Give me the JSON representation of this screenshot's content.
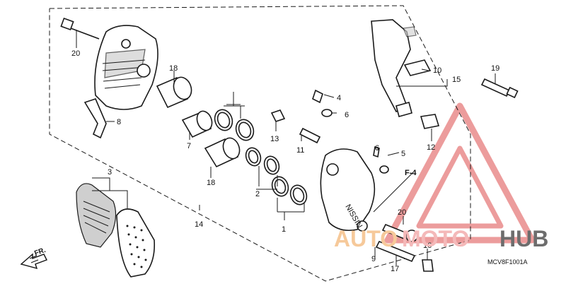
{
  "diagram": {
    "callouts": {
      "c1": "1",
      "c2": "2",
      "c3": "3",
      "c4": "4",
      "c5": "5",
      "c6a": "6",
      "c6b": "6",
      "c7": "7",
      "c8": "8",
      "c9": "9",
      "c10": "10",
      "c11": "11",
      "c12": "12",
      "c13": "13",
      "c14": "14",
      "c15": "15",
      "c16": "16",
      "c17": "17",
      "c18a": "18",
      "c18b": "18",
      "c19": "19",
      "c20a": "20",
      "c20b": "20"
    },
    "ref_label": "F-4",
    "direction_label": "FR.",
    "diagram_code": "MCV8F1001A",
    "caliper_marking": "NISSIN"
  },
  "watermark": {
    "text_auto": "AUTO",
    "text_moto": "MOTO",
    "text_hub": "HUB",
    "colors": {
      "auto": "#f6c99a",
      "moto": "#f4b9b9",
      "hub": "#6d6d6d",
      "triangle": "#e98b8b"
    }
  }
}
